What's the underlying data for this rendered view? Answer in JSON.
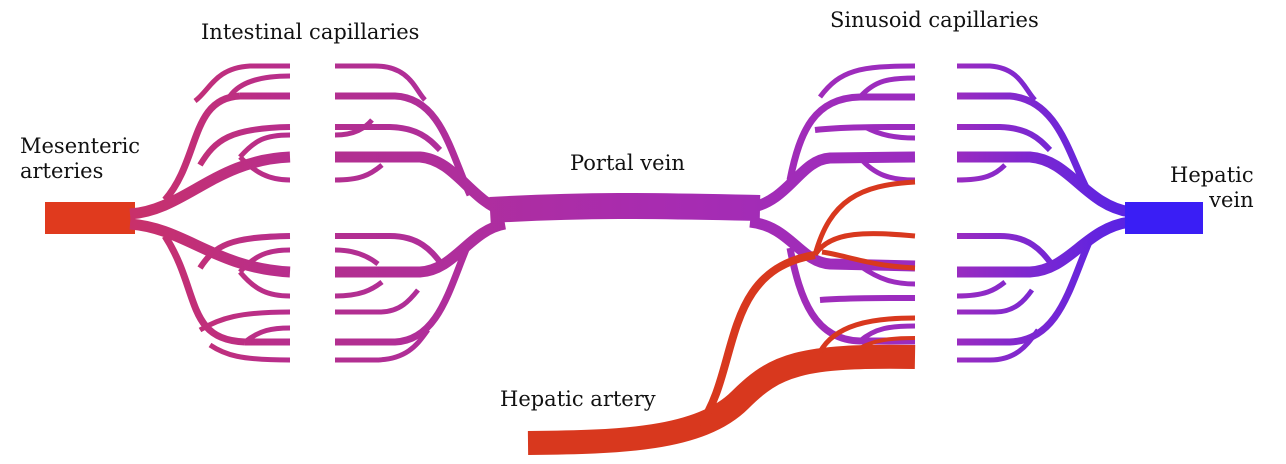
{
  "labels": {
    "intestinal_capillaries": "Intestinal capillaries",
    "mesenteric_line1": "Mesenteric",
    "mesenteric_line2": "arteries",
    "portal_vein": "Portal vein",
    "sinusoid_capillaries": "Sinusoid capillaries",
    "hepatic_vein_line1": "Hepatic",
    "hepatic_vein_line2": "vein",
    "hepatic_artery": "Hepatic artery"
  },
  "colors": {
    "arterial_red": "#e03a1e",
    "portal_magenta": "#b02ab2",
    "venous_blue": "#3a1ef5",
    "mid_purple": "#a530a0"
  }
}
